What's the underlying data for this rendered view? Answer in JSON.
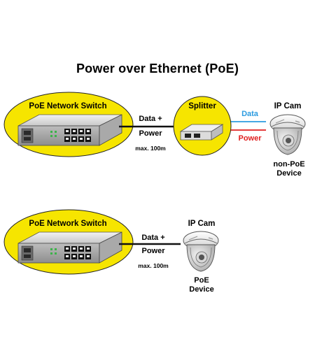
{
  "title": "Power over Ethernet (PoE)",
  "diagrams": [
    {
      "switch_label": "PoE Network Switch",
      "link1": {
        "line1": "Data +",
        "line2": "Power",
        "distance": "max. 100m"
      },
      "splitter_label": "Splitter",
      "data_label": "Data",
      "power_label": "Power",
      "camera_label": "IP Cam",
      "device_line1": "non-PoE",
      "device_line2": "Device"
    },
    {
      "switch_label": "PoE Network Switch",
      "link1": {
        "line1": "Data +",
        "line2": "Power",
        "distance": "max. 100m"
      },
      "camera_label": "IP Cam",
      "device_line1": "PoE",
      "device_line2": "Device"
    }
  ],
  "colors": {
    "ellipse_fill": "#f6e500",
    "data_color": "#2c9be0",
    "power_color": "#e02020",
    "cable": "#111111"
  }
}
